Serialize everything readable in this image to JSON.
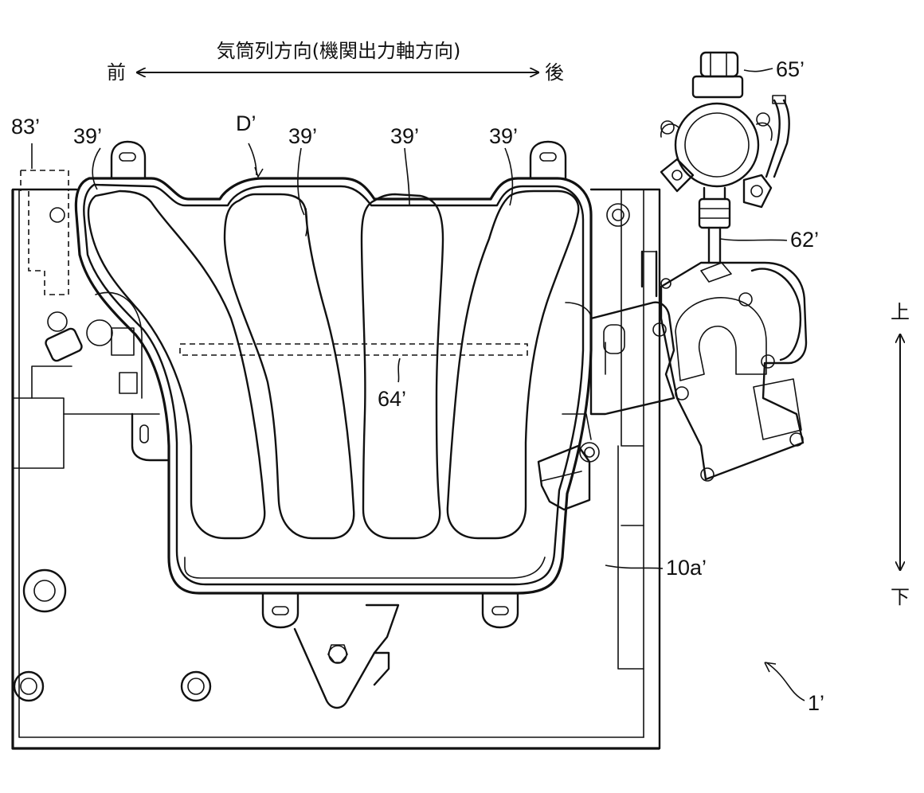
{
  "diagram": {
    "direction_label": "気筒列方向(機関出力軸方向)",
    "front_label": "前",
    "rear_label": "後",
    "up_label": "上",
    "down_label": "下",
    "labels": {
      "l83": "83’",
      "l39a": "39’",
      "l39b": "39’",
      "l39c": "39’",
      "l39d": "39’",
      "lD": "D’",
      "l65": "65’",
      "l62": "62’",
      "l64": "64’",
      "l10a": "10a’",
      "l1": "1’"
    }
  }
}
